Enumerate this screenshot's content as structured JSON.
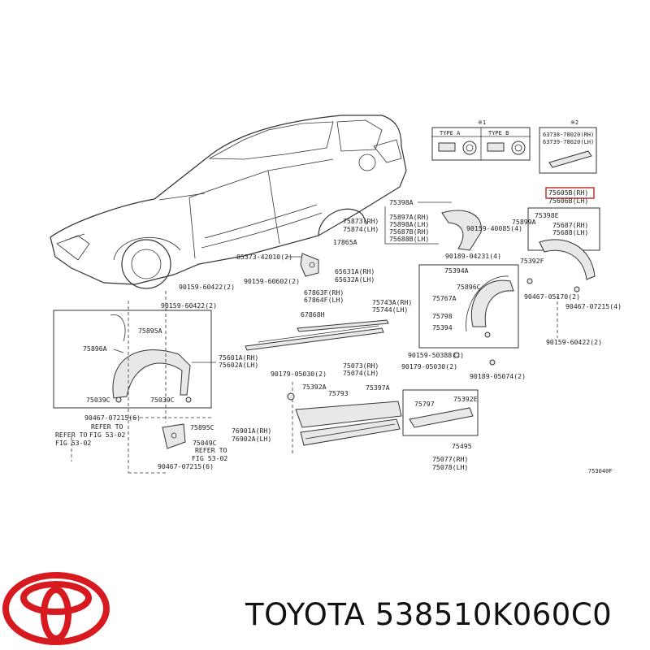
{
  "brand": {
    "name": "TOYOTA",
    "part_number": "538510K060C0"
  },
  "type_table": {
    "note1": "※1",
    "note2": "※2",
    "col_a": "TYPE A",
    "col_b": "TYPE B"
  },
  "callouts": {
    "c63738": "63738-78020(RH)",
    "c63739": "63739-78020(LH)",
    "c75605b": "75605B(RH)",
    "c75606b": "75606B(LH)",
    "c75398a": "75398A",
    "c75897a": "75897A(RH)",
    "c75898a": "75898A(LH)",
    "c75873": "75873(RH)",
    "c75874": "75874(LH)",
    "c75687b": "75687B(RH)",
    "c75688b": "75688B(LH)",
    "c17865a": "17865A",
    "c85373": "85373-42010(2)",
    "c65631a": "65631A(RH)",
    "c65632a": "65632A(LH)",
    "c90159_60602": "90159-60602(2)",
    "c90159_60422_a": "90159-60422(2)",
    "c90159_60422_b": "90159-60422(2)",
    "c67863f": "67863F(RH)",
    "c67864f": "67864F(LH)",
    "c67868h": "67868H",
    "c75743a": "75743A(RH)",
    "c75744": "75744(LH)",
    "c75895a": "75895A",
    "c75896a": "75896A",
    "c75601a": "75601A(RH)",
    "c75602a": "75602A(LH)",
    "c75039c_l": "75039C",
    "c75039c_r": "75039C",
    "c90467_07215_a": "90467-07215(6)",
    "c90467_07215_b": "90467-07215(6)",
    "c75895c": "75895C",
    "c76901a": "76901A(RH)",
    "c76902a": "76902A(LH)",
    "c75049c": "75049C",
    "refer1": "REFER TO",
    "fig1": "FIG 53-02",
    "refer2": "REFER TO",
    "fig2": "FIG 53-02",
    "refer3": "REFER TO",
    "fig3": "FIG 53-02",
    "c90179_05030_a": "90179-05030(2)",
    "c90179_05030_b": "90179-05030(2)",
    "c75073": "75073(RH)",
    "c75074": "75074(LH)",
    "c75392a": "75392A",
    "c75793": "75793",
    "c75397a": "75397A",
    "c90159_50388": "90159-50388(2)",
    "c90189_05074": "90189-05074(2)",
    "c75797": "75797",
    "c75392e": "75392E",
    "c75495": "75495",
    "c75077": "75077(RH)",
    "c75078": "75078(LH)",
    "c90159_40085": "90159-40085(4)",
    "c90189_04231": "90189-04231(4)",
    "c75899a": "75899A",
    "c75398e": "75398E",
    "c75687": "75687(RH)",
    "c75688": "75688(LH)",
    "c75392f": "75392F",
    "c75394a": "75394A",
    "c75896c": "75896C",
    "c75767a": "75767A",
    "c75798": "75798",
    "c75394": "75394",
    "c90467_05170": "90467-05170(2)",
    "c90467_07215_c": "90467-07215(4)",
    "c90159_60422_c": "90159-60422(2)",
    "code": "753040F"
  }
}
